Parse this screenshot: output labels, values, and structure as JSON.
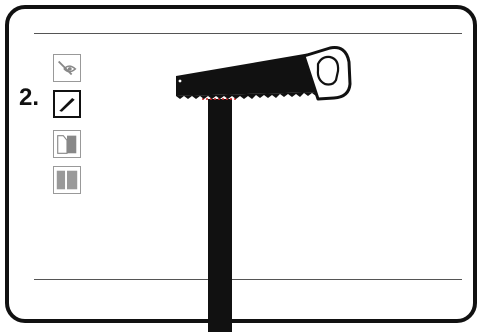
{
  "step": {
    "label": "2."
  },
  "tools": [
    {
      "name": "angle-tool"
    },
    {
      "name": "saw-cut-tool",
      "selected": true
    },
    {
      "name": "trim-edge-tool"
    },
    {
      "name": "panel-tool"
    }
  ],
  "colors": {
    "ink": "#111111",
    "tool_gray": "#8a8a8a",
    "cut_mark": "#cc2222"
  }
}
